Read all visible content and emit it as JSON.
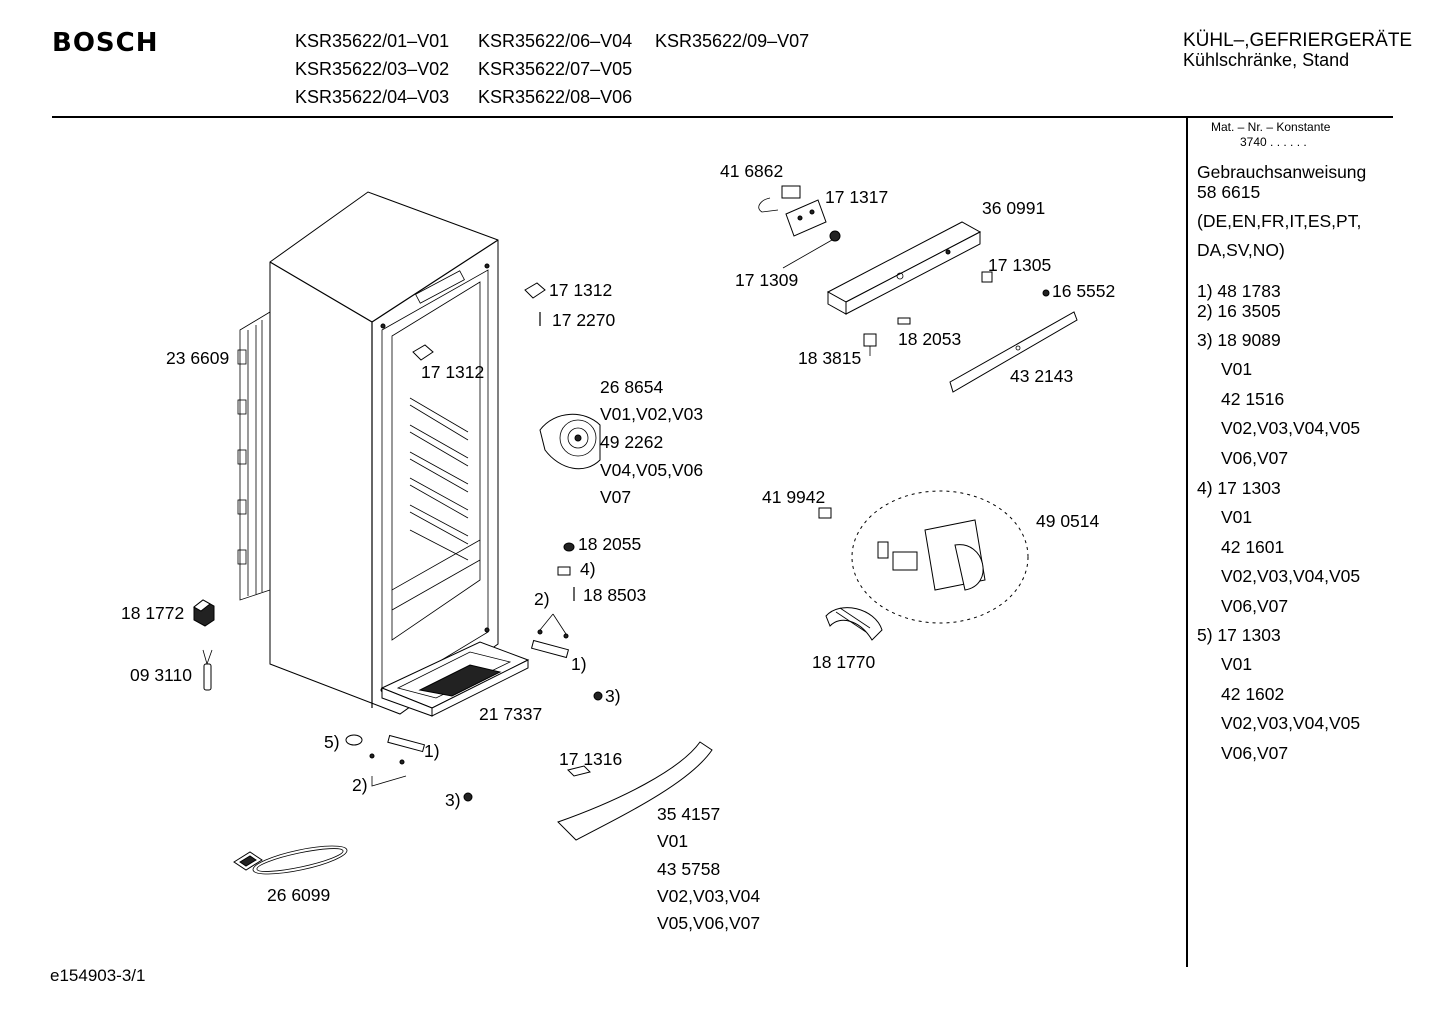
{
  "header": {
    "brand": "BOSCH",
    "models": [
      [
        "KSR35622/01–V01",
        "KSR35622/06–V04",
        "KSR35622/09–V07"
      ],
      [
        "KSR35622/03–V02",
        "KSR35622/07–V05"
      ],
      [
        "KSR35622/04–V03",
        "KSR35622/08–V06"
      ]
    ],
    "category": "KÜHL–,GEFRIERGERÄTE",
    "subcategory": "Kühlschränke, Stand"
  },
  "sidebar": {
    "mat_label": "Mat. – Nr. – Konstante",
    "mat_value": "3740  .  .  .  .  .  .",
    "manual_title": "Gebrauchsanweisung",
    "manual_number": "58 6615",
    "languages_1": "(DE,EN,FR,IT,ES,PT,",
    "languages_2": "DA,SV,NO)",
    "items": [
      "1)  48 1783",
      "2)  16 3505",
      "3)  18 9089",
      "V01",
      "42 1516",
      "V02,V03,V04,V05",
      "V06,V07",
      "4)  17 1303",
      "V01",
      "42 1601",
      "V02,V03,V04,V05",
      "V06,V07",
      "5)  17 1303",
      "V01",
      "42 1602",
      "V02,V03,V04,V05",
      "V06,V07"
    ]
  },
  "labels": {
    "p416862": "41 6862",
    "p171317": "17 1317",
    "p360991": "36 0991",
    "p171309": "17 1309",
    "p171305": "17 1305",
    "p165552": "16 5552",
    "p182053": "18 2053",
    "p183815": "18 3815",
    "p432143": "43 2143",
    "p171312a": "17 1312",
    "p172270": "17 2270",
    "p236609": "23 6609",
    "p171312b": "17 1312",
    "p268654": "26 8654",
    "v010203": "V01,V02,V03",
    "p492262": "49 2262",
    "v040506": "V04,V05,V06",
    "v07a": "V07",
    "p419942": "41 9942",
    "p490514": "49 0514",
    "p182055": "18 2055",
    "ref4": "4)",
    "p188503": "18 8503",
    "ref2a": "2)",
    "ref1a": "1)",
    "p181772": "18 1772",
    "p093110": "09 3110",
    "ref3a": "3)",
    "p217337": "21 7337",
    "p181770": "18 1770",
    "ref5": "5)",
    "ref1b": "1)",
    "ref2b": "2)",
    "ref3b": "3)",
    "p171316": "17 1316",
    "p354157": "35 4157",
    "v01b": "V01",
    "p435758": "43 5758",
    "v020304": "V02,V03,V04",
    "v050607": "V05,V06,V07",
    "p266099": "26 6099"
  },
  "footer": {
    "drawing_id": "e154903-3/1"
  }
}
